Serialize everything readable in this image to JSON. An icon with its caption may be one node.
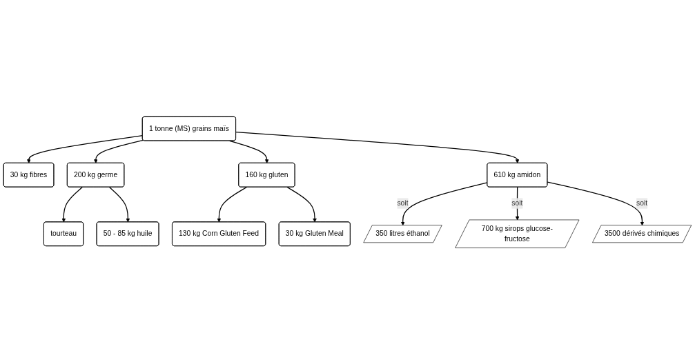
{
  "diagram": {
    "nodes": [
      {
        "text": [
          "1 tonne (MS) grains maïs"
        ]
      },
      {
        "text": [
          "30 kg fibres"
        ]
      },
      {
        "text": [
          "200 kg germe"
        ]
      },
      {
        "text": [
          "160 kg gluten"
        ]
      },
      {
        "text": [
          "610 kg amidon"
        ]
      },
      {
        "text": [
          "tourteau"
        ]
      },
      {
        "text": [
          "50 - 85 kg huile"
        ]
      },
      {
        "text": [
          "130 kg Corn Gluten Feed"
        ]
      },
      {
        "text": [
          "30 kg Gluten Meal"
        ]
      },
      {
        "text": [
          "350 litres éthanol"
        ]
      },
      {
        "text": [
          "700 kg sirops glucose-fructose"
        ]
      },
      {
        "text": [
          "3500 dérivés chimiques"
        ]
      }
    ],
    "edges": [
      {
        "from": 0,
        "to": 1,
        "arrow": "to"
      },
      {
        "from": 0,
        "to": 2,
        "arrow": "to"
      },
      {
        "from": 0,
        "to": 3,
        "arrow": "to"
      },
      {
        "from": 0,
        "to": 4,
        "arrow": "to"
      },
      {
        "from": 2,
        "to": 5,
        "arrow": "to"
      },
      {
        "from": 2,
        "to": 6,
        "arrow": "to"
      },
      {
        "from": 3,
        "to": 7,
        "arrow": "to"
      },
      {
        "from": 3,
        "to": 8,
        "arrow": "to"
      },
      {
        "from": 4,
        "to": 9,
        "label": "soit",
        "arrow": "to"
      },
      {
        "from": 4,
        "to": 10,
        "label": "soit",
        "arrow": "to"
      },
      {
        "from": 4,
        "to": 11,
        "label": "soit",
        "arrow": "to"
      }
    ]
  }
}
